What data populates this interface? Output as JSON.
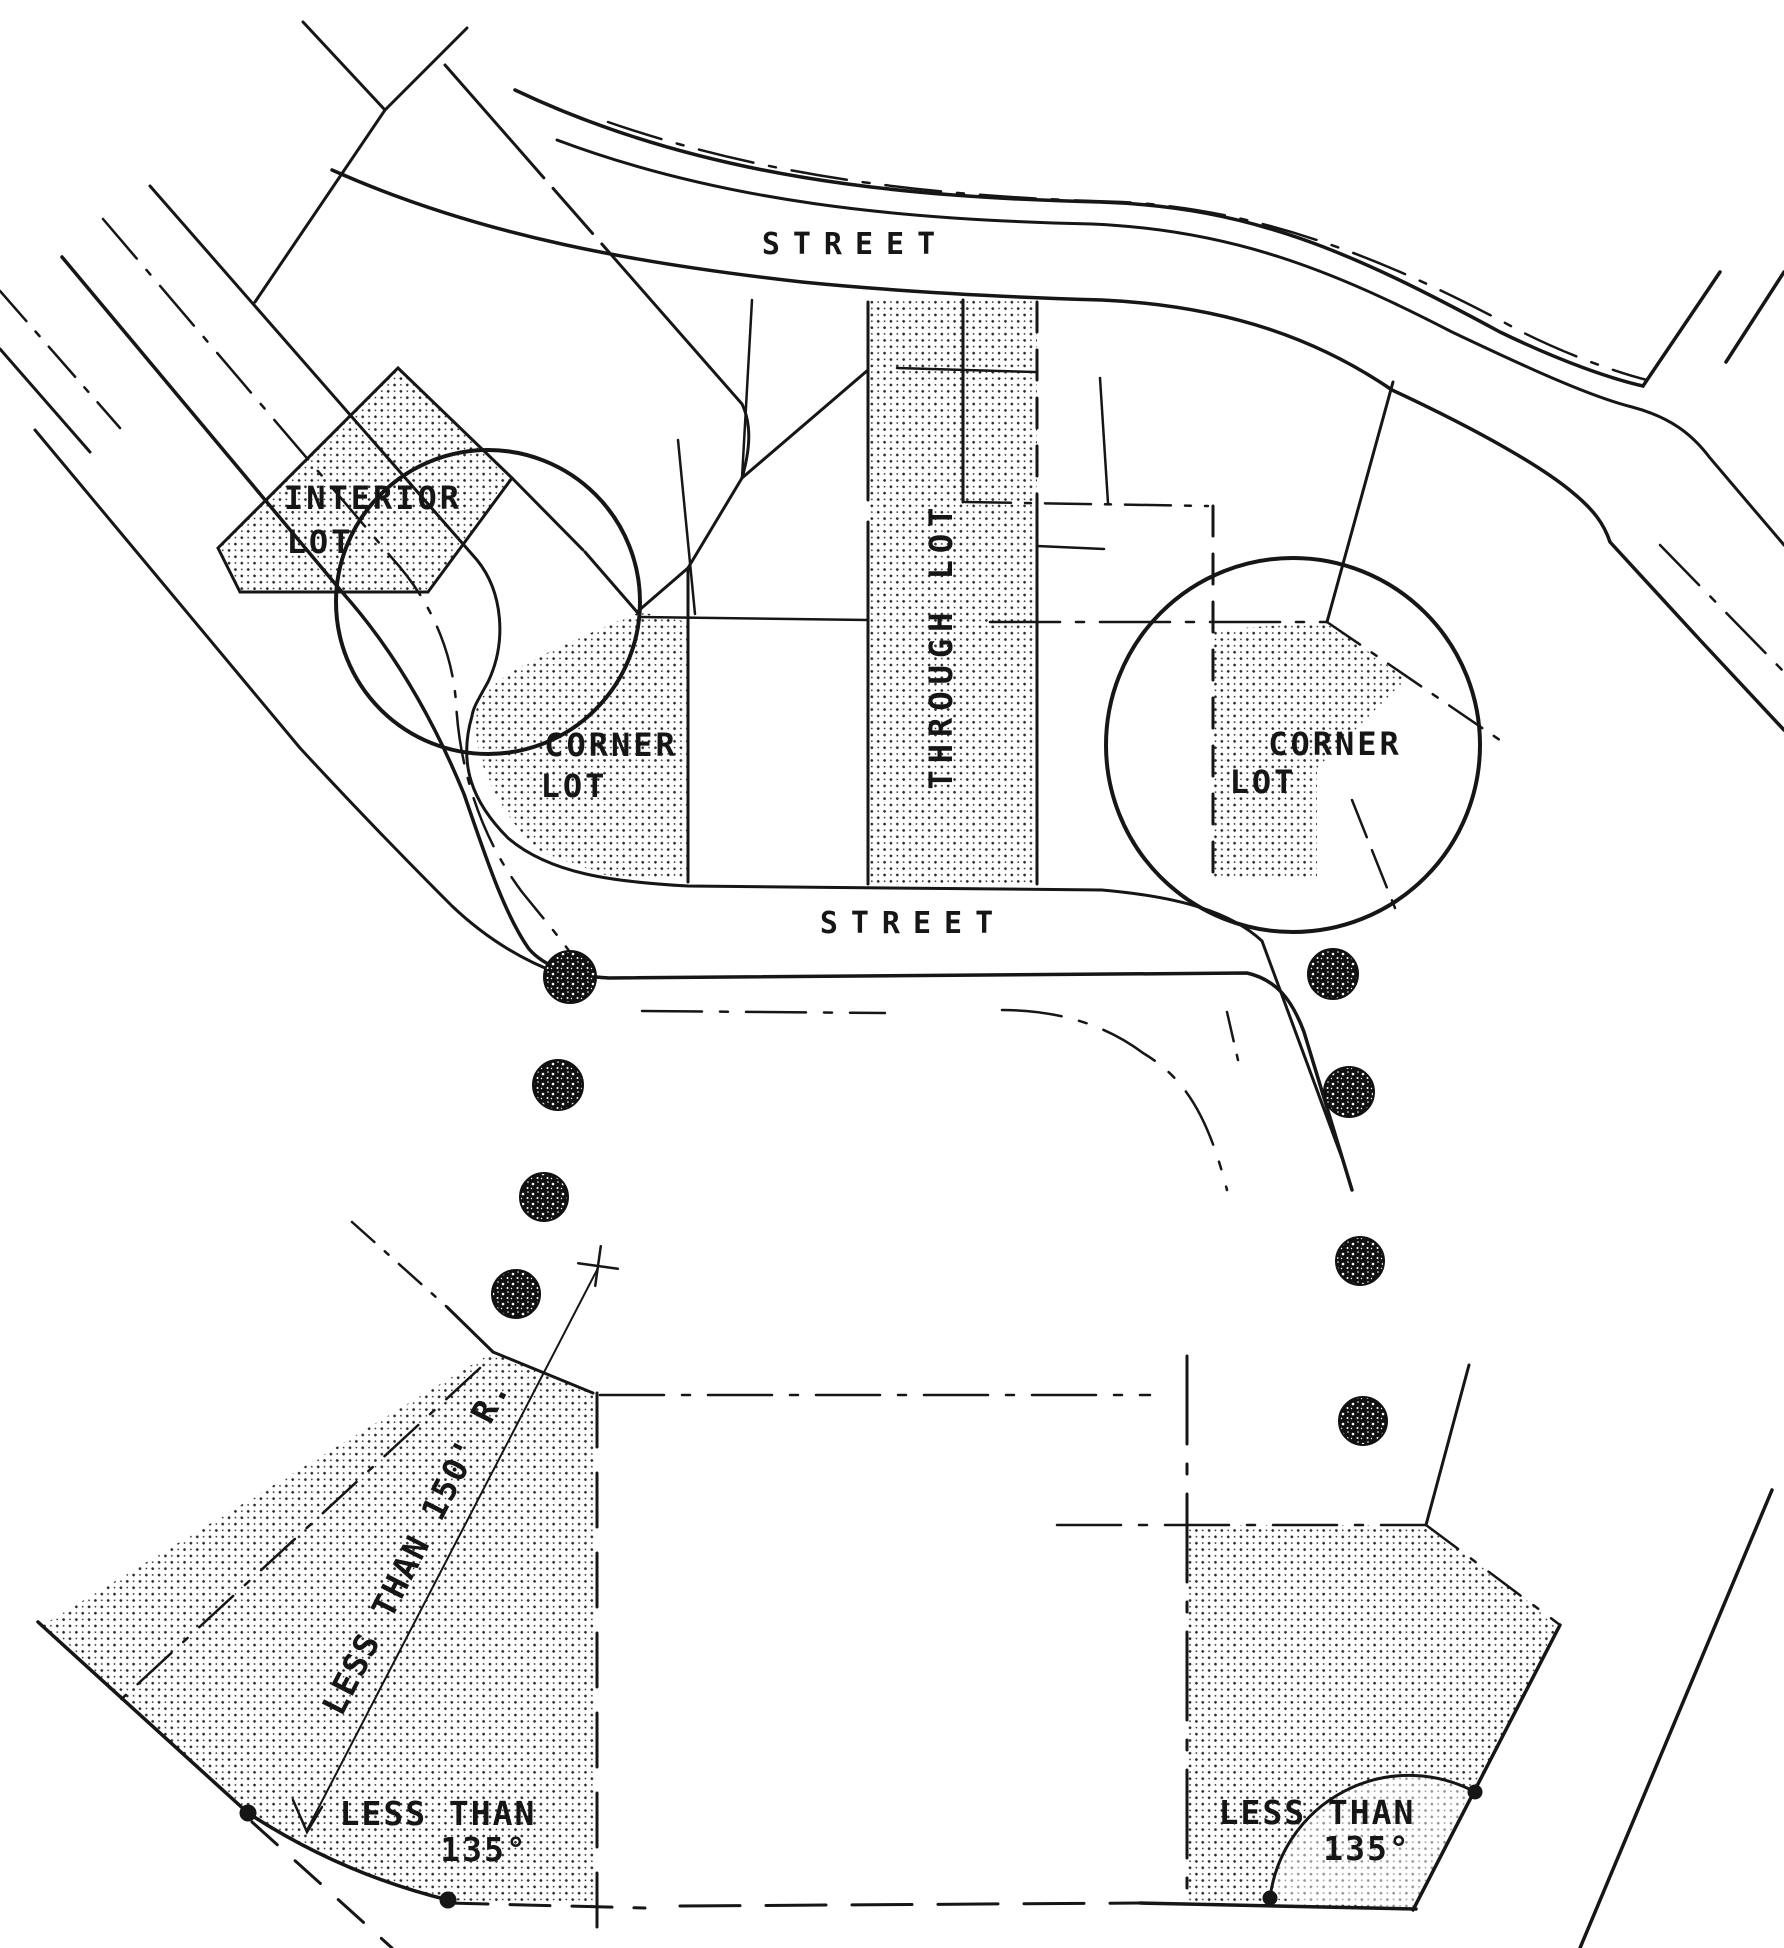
{
  "diagram": {
    "title_hint": "Lot types zoning diagram",
    "top": {
      "street_top_label": "STREET",
      "street_bottom_label": "STREET",
      "interior_lot_line1": "INTERIOR",
      "interior_lot_line2": "LOT",
      "through_lot_label": "THROUGH LOT",
      "corner_lot_left_line1": "CORNER",
      "corner_lot_left_line2": "LOT",
      "corner_lot_right_line1": "CORNER",
      "corner_lot_right_line2": "LOT"
    },
    "bottom_left": {
      "radius_label": "LESS THAN 150' R.",
      "angle_label_line1": "LESS THAN",
      "angle_label_line2": "135°"
    },
    "bottom_right": {
      "angle_label_line1": "LESS THAN",
      "angle_label_line2": "135°"
    },
    "colors": {
      "ink": "#161616",
      "paper": "#ffffff"
    }
  }
}
